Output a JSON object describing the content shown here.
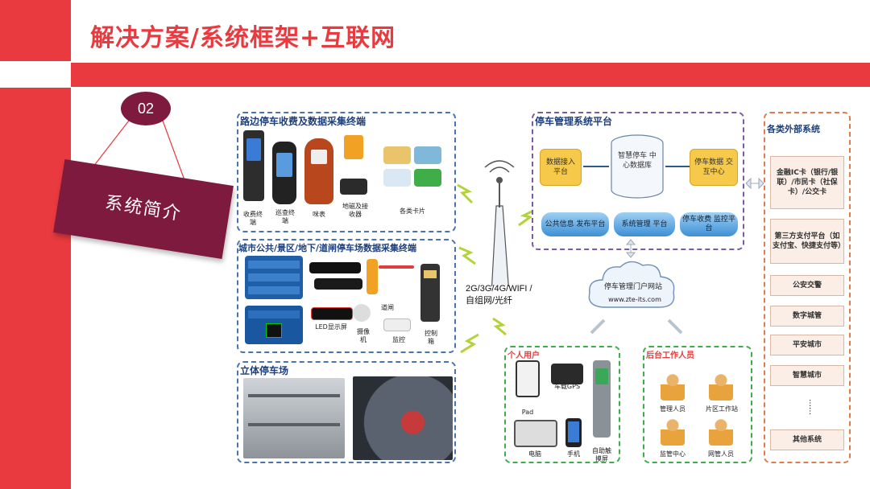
{
  "slide": {
    "title": "解决方案/系统框架+互联网",
    "number": "02",
    "intro_label": "系统简介"
  },
  "roadside": {
    "title": "路边停车收费及数据采集终端",
    "devices": [
      {
        "label": "收费终端"
      },
      {
        "label": "巡查终端"
      },
      {
        "label": "咪表"
      },
      {
        "label": "地磁及接收器"
      },
      {
        "label": "各类卡片"
      }
    ]
  },
  "parking_lot": {
    "title": "城市公共/景区/地下/道闸停车场数据采集终端",
    "devices": [
      {
        "label": "LED显示屏"
      },
      {
        "label": "摄像机"
      },
      {
        "label": "道闸"
      },
      {
        "label": "监控"
      },
      {
        "label": "控制箱"
      }
    ]
  },
  "garage": {
    "title": "立体停车场"
  },
  "network": {
    "label": "2G/3G/4G/WIFI /自组网/光纤"
  },
  "platform": {
    "title": "停车管理系统平台",
    "center": "智慧停车 中心数据库",
    "left_box": "数据接入 平台",
    "right_box": "停车数据 交互中心",
    "buttons": [
      "公共信息 发布平台",
      "系统管理 平台",
      "停车收费 监控平台"
    ]
  },
  "portal": {
    "label": "停车管理门户网站",
    "url": "www.zte-its.com"
  },
  "personal": {
    "title": "个人用户",
    "devices": [
      {
        "label": "Pad"
      },
      {
        "label": "车载GPS"
      },
      {
        "label": "电脑"
      },
      {
        "label": "手机"
      },
      {
        "label": "自助触摸屏"
      }
    ]
  },
  "backend": {
    "title": "后台工作人员",
    "roles": [
      {
        "label": "管理人员"
      },
      {
        "label": "片区工作站"
      },
      {
        "label": "监管中心"
      },
      {
        "label": "网管人员"
      }
    ]
  },
  "external": {
    "title": "各类外部系统",
    "items": [
      "金融IC卡（银行/银联）/市民卡（社保卡）/公交卡",
      "第三方支付平台（如支付宝、快捷支付等）",
      "公安交警",
      "数字城管",
      "平安城市",
      "智慧城市",
      "其他系统"
    ],
    "ellipsis": "……"
  },
  "colors": {
    "accent": "#e83a3f",
    "badge": "#7e1a3e",
    "panel_blue": "#4a74b0",
    "panel_purple": "#7c5ba6",
    "panel_green": "#3fae49",
    "panel_orange": "#e07a4f",
    "platform_yellow": "#f6c94a"
  },
  "icons": [
    "antenna-icon",
    "cloud-icon",
    "database-icon",
    "lightning-icon",
    "double-arrow-icon",
    "person-icon"
  ]
}
